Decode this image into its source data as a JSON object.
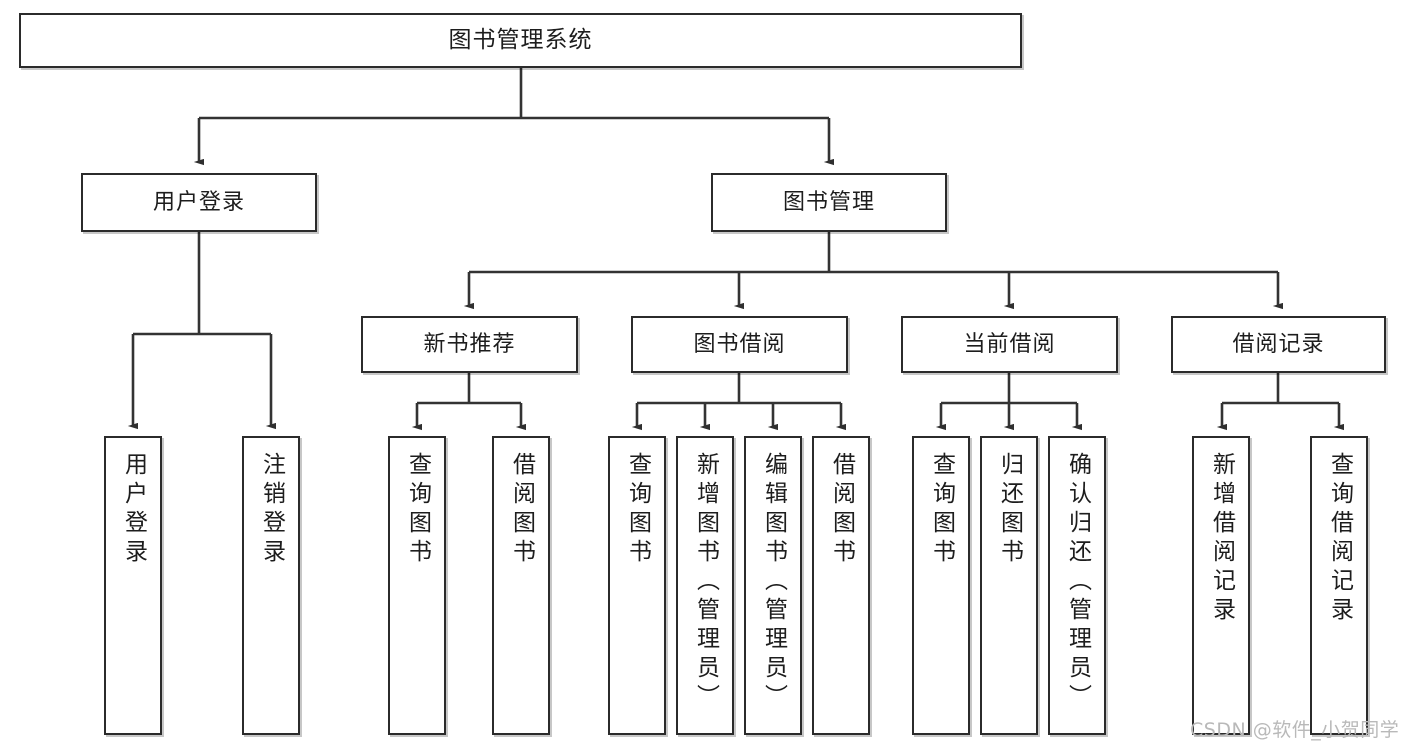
{
  "diagram": {
    "title": "图书管理系统",
    "type": "功能结构图",
    "theme": {
      "box_border": "#2b2b2b",
      "box_fill": "#ffffff",
      "line": "#333333",
      "text": "#1d1d1d",
      "watermark": "#b9b9b9"
    },
    "nodes": {
      "root": {
        "label": "图书管理系统"
      },
      "level2": [
        {
          "id": "user-login",
          "label": "用户登录"
        },
        {
          "id": "book-management",
          "label": "图书管理"
        }
      ],
      "level3": [
        {
          "id": "new-book-recommend",
          "label": "新书推荐"
        },
        {
          "id": "book-borrow",
          "label": "图书借阅"
        },
        {
          "id": "current-borrow",
          "label": "当前借阅"
        },
        {
          "id": "borrow-record",
          "label": "借阅记录"
        }
      ],
      "leaves": {
        "user_login": [
          {
            "id": "leaf-user-login",
            "label": "用户登录"
          },
          {
            "id": "leaf-logout",
            "label": "注销登录"
          }
        ],
        "new_book_recommend": [
          {
            "id": "leaf-query-book-1",
            "label": "查询图书"
          },
          {
            "id": "leaf-borrow-book-1",
            "label": "借阅图书"
          }
        ],
        "book_borrow": [
          {
            "id": "leaf-query-book-2",
            "label": "查询图书"
          },
          {
            "id": "leaf-add-book",
            "label": "新增图书（管理员）"
          },
          {
            "id": "leaf-edit-book",
            "label": "编辑图书（管理员）"
          },
          {
            "id": "leaf-borrow-book-2",
            "label": "借阅图书"
          }
        ],
        "current_borrow": [
          {
            "id": "leaf-query-book-3",
            "label": "查询图书"
          },
          {
            "id": "leaf-return-book",
            "label": "归还图书"
          },
          {
            "id": "leaf-confirm-return",
            "label": "确认归还（管理员）"
          }
        ],
        "borrow_record": [
          {
            "id": "leaf-add-record",
            "label": "新增借阅记录"
          },
          {
            "id": "leaf-query-record",
            "label": "查询借阅记录"
          }
        ]
      }
    },
    "watermark": "CSDN @软件_小贺同学"
  }
}
